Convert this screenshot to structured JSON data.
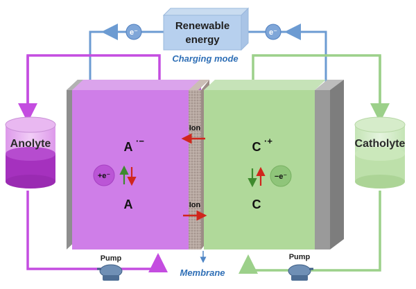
{
  "energy_box": {
    "line1": "Renewable",
    "line2": "energy"
  },
  "mode_label": "Charging mode",
  "electron_left": "e⁻",
  "electron_right": "e⁻",
  "anolyte_label": "Anolyte",
  "catholyte_label": "Catholyte",
  "anode": {
    "species_top": "A",
    "species_top_sup": "·−",
    "species_bottom": "A",
    "electron_badge": "+e⁻"
  },
  "cathode": {
    "species_top": "C",
    "species_top_sup": "·+",
    "species_bottom": "C",
    "electron_badge": "−e⁻"
  },
  "ion_top": "Ion",
  "ion_bottom": "Ion",
  "pump_left": "Pump",
  "pump_right": "Pump",
  "membrane_label": "Membrane",
  "colors": {
    "anolyte": "#c44de0",
    "catholyte": "#9cd08a",
    "wire": "#6c9bd2",
    "arrow_red": "#d0261c",
    "arrow_green": "#3e8a2e",
    "mode_text": "#2f6fb6"
  }
}
